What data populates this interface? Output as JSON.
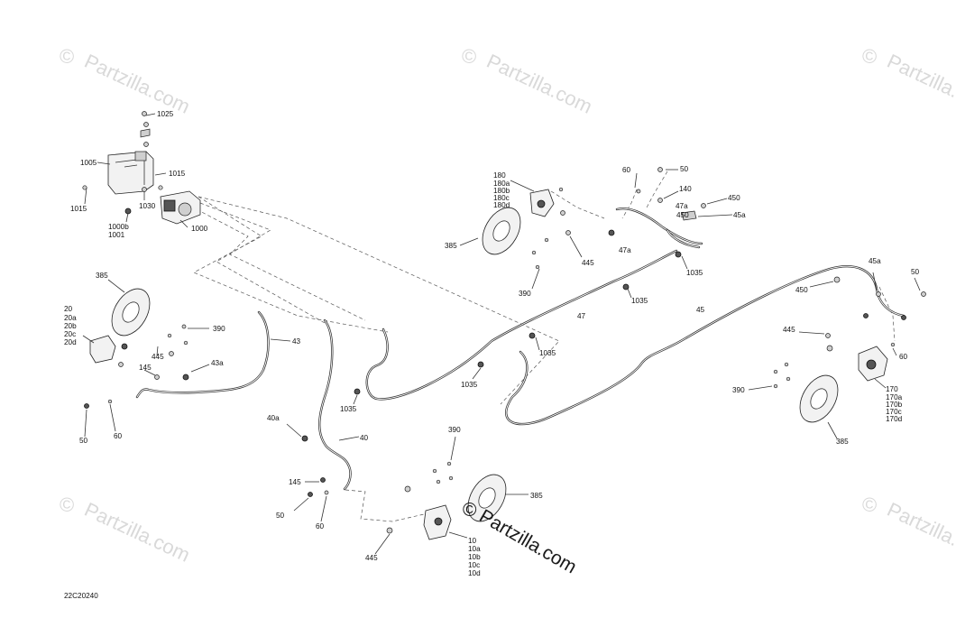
{
  "diagram_code": "22C20240",
  "watermark_text": "Partzilla.com",
  "main_watermark_text": "Partzilla.com",
  "callouts": {
    "c1025": "1025",
    "c1005": "1005",
    "c1015a": "1015",
    "c1015b": "1015",
    "c1030": "1030",
    "c1000b": "1000b",
    "c1001": "1001",
    "c1000": "1000",
    "c385_left": "385",
    "c20": "20",
    "c20a": "20a",
    "c20b": "20b",
    "c20c": "20c",
    "c20d": "20d",
    "c390_left": "390",
    "c445_left": "445",
    "c145_left": "145",
    "c43a": "43a",
    "c43": "43",
    "c50_left": "50",
    "c60_left": "60",
    "c180": "180",
    "c180a": "180a",
    "c180b": "180b",
    "c180c": "180c",
    "c180d": "180d",
    "c385_mid": "385",
    "c390_mid": "390",
    "c445_mid": "445",
    "c60_top": "60",
    "c50_top": "50",
    "c140": "140",
    "c47a_1": "47a",
    "c450_a": "450",
    "c450_b": "450",
    "c45a_1": "45a",
    "c47a_2": "47a",
    "c1035_a": "1035",
    "c1035_b": "1035",
    "c1035_c": "1035",
    "c1035_d": "1035",
    "c1035_e": "1035",
    "c47": "47",
    "c45": "45",
    "c45a_2": "45a",
    "c50_right": "50",
    "c450_c": "450",
    "c445_right": "445",
    "c60_right": "60",
    "c390_right": "390",
    "c170": "170",
    "c170a": "170a",
    "c170b": "170b",
    "c170c": "170c",
    "c170d": "170d",
    "c385_right": "385",
    "c40a": "40a",
    "c40": "40",
    "c145_bottom": "145",
    "c50_bottom": "50",
    "c60_bottom": "60",
    "c390_bottom": "390",
    "c385_bottom": "385",
    "c445_bottom": "445",
    "c10": "10",
    "c10a": "10a",
    "c10b": "10b",
    "c10c": "10c",
    "c10d": "10d"
  }
}
